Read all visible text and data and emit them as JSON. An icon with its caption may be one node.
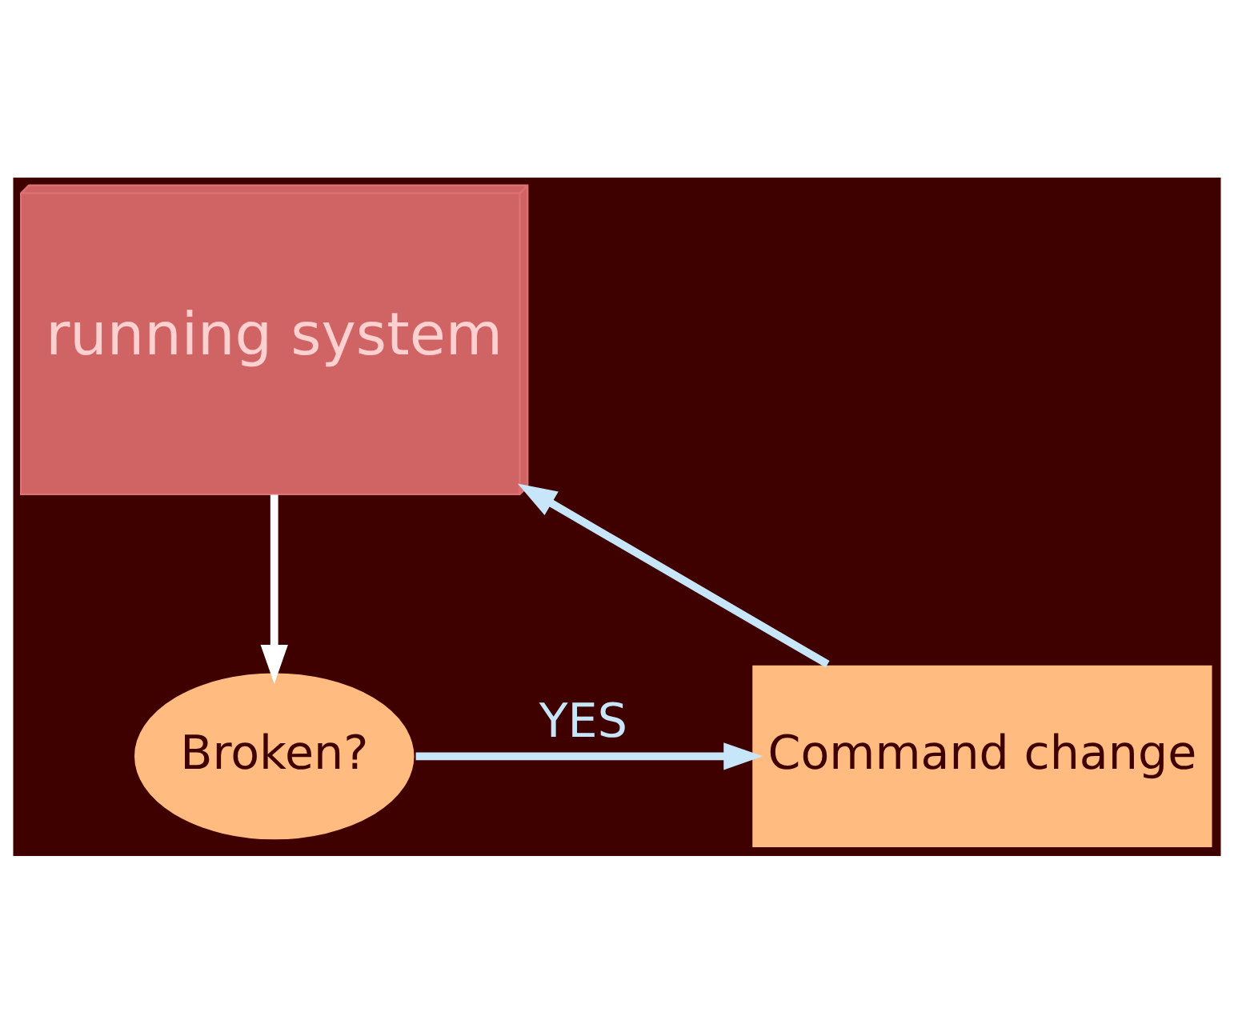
{
  "diagram": {
    "nodes": [
      {
        "text": [
          "running system"
        ]
      },
      {
        "text": [
          "Broken?"
        ]
      },
      {
        "text": [
          "Command change"
        ]
      }
    ],
    "edges": [
      {
        "from": 0,
        "to": 1,
        "arrow": "to",
        "color": "#ffffff"
      },
      {
        "from": 1,
        "to": 2,
        "arrow": "to",
        "label": "YES"
      },
      {
        "from": 2,
        "to": 0,
        "arrow": "to"
      }
    ]
  }
}
